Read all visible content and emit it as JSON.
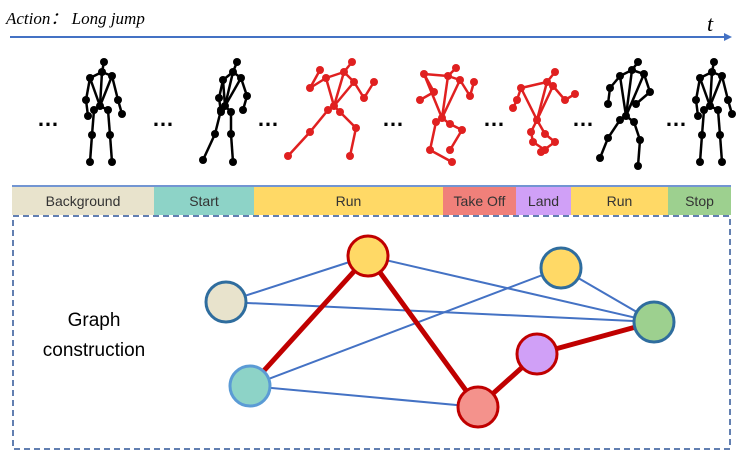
{
  "header": {
    "action_label": "Action： Long jump",
    "time_axis_label": "t",
    "axis_color": "#4472c4"
  },
  "poses": {
    "black_color": "#000000",
    "red_color": "#e02020",
    "separator": "…"
  },
  "timeline": {
    "segments": [
      {
        "label": "Background",
        "color": "#e8e3cc"
      },
      {
        "label": "Start",
        "color": "#8dd3c7"
      },
      {
        "label": "Run",
        "color": "#ffd966"
      },
      {
        "label": "Take Off",
        "color": "#f0807a"
      },
      {
        "label": "Land",
        "color": "#d0a0f7"
      },
      {
        "label": "Run",
        "color": "#ffd966"
      },
      {
        "label": "Stop",
        "color": "#9dd08f"
      }
    ]
  },
  "graph": {
    "label_line1": "Graph",
    "label_line2": "construction",
    "box_border_color": "#2f5597",
    "nodes": [
      {
        "name": "background-node",
        "fill": "#e8e3cc",
        "stroke": "#2f6d9e"
      },
      {
        "name": "run-node-1",
        "fill": "#ffd966",
        "stroke": "#c00000"
      },
      {
        "name": "run-node-2",
        "fill": "#ffd966",
        "stroke": "#2f6d9e"
      },
      {
        "name": "stop-node",
        "fill": "#9dd08f",
        "stroke": "#2f6d9e"
      },
      {
        "name": "land-node",
        "fill": "#d0a0f7",
        "stroke": "#c00000"
      },
      {
        "name": "start-node",
        "fill": "#8dd3c7",
        "stroke": "#5b9bd5"
      },
      {
        "name": "takeoff-node",
        "fill": "#f4928c",
        "stroke": "#c00000"
      }
    ],
    "edges": [
      {
        "from": "background-node",
        "to": "run-node-1",
        "kind": "blue"
      },
      {
        "from": "background-node",
        "to": "stop-node",
        "kind": "blue"
      },
      {
        "from": "run-node-1",
        "to": "stop-node",
        "kind": "blue"
      },
      {
        "from": "start-node",
        "to": "run-node-2",
        "kind": "blue"
      },
      {
        "from": "start-node",
        "to": "takeoff-node",
        "kind": "blue"
      },
      {
        "from": "run-node-2",
        "to": "stop-node",
        "kind": "blue"
      },
      {
        "from": "start-node",
        "to": "run-node-1",
        "kind": "red"
      },
      {
        "from": "run-node-1",
        "to": "takeoff-node",
        "kind": "red"
      },
      {
        "from": "takeoff-node",
        "to": "land-node",
        "kind": "red"
      },
      {
        "from": "land-node",
        "to": "stop-node",
        "kind": "red"
      }
    ],
    "blue_edge_color": "#4472c4",
    "red_edge_color": "#c00000"
  }
}
